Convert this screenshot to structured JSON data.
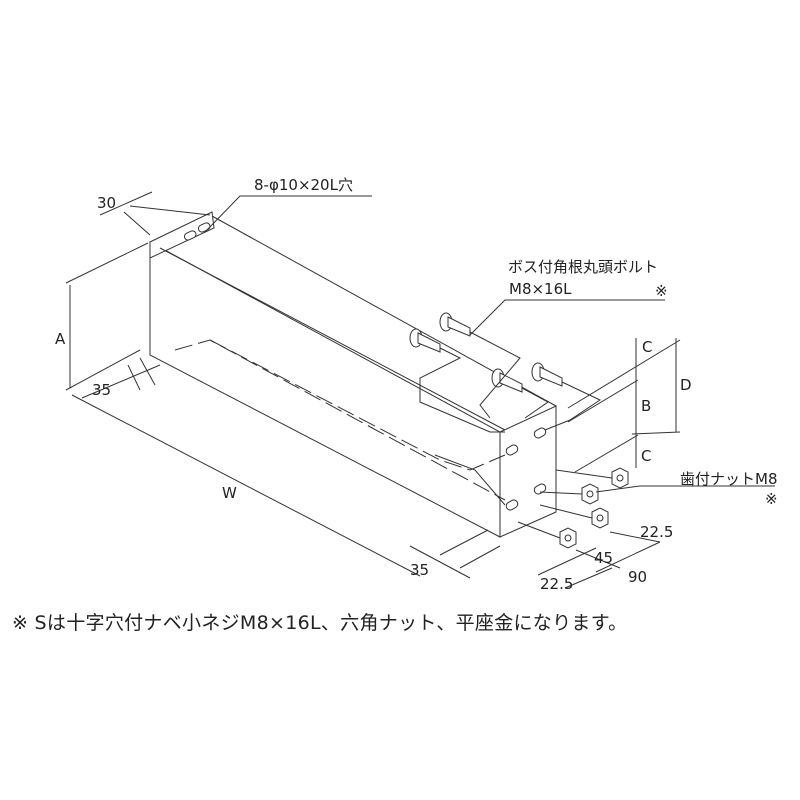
{
  "labels": {
    "dim_30": "30",
    "hole_spec": "8-φ10×20L穴",
    "bolt_name": "ボス付角根丸頭ボルト",
    "bolt_size": "M8×16L",
    "bolt_mark": "※",
    "dim_a": "A",
    "dim_35_left": "35",
    "dim_w": "W",
    "dim_35_bottom": "35",
    "dim_c_top": "C",
    "dim_b": "B",
    "dim_d": "D",
    "dim_c_bottom": "C",
    "nut_name": "歯付ナットM8",
    "nut_mark": "※",
    "dim_22_5_right": "22.5",
    "dim_45": "45",
    "dim_22_5_bottom": "22.5",
    "dim_90": "90"
  },
  "footnote": "※ Sは十字穴付ナベ小ネジM8×16L、六角ナット、平座金になります。"
}
